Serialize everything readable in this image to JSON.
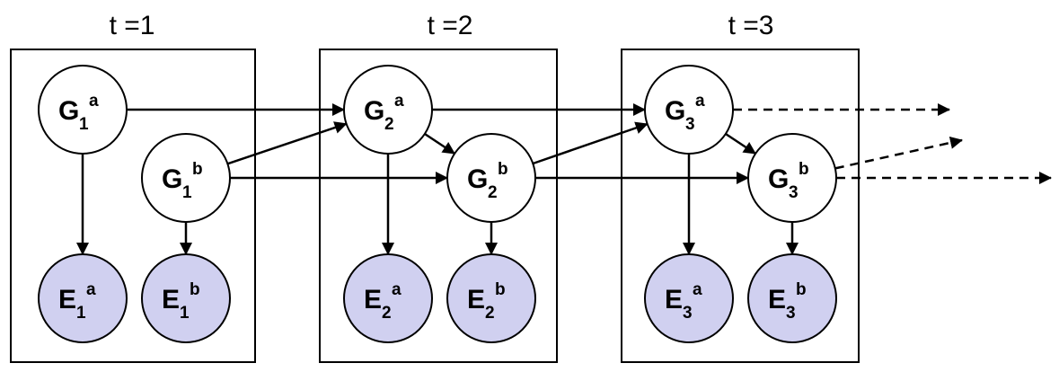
{
  "diagram": {
    "type": "dynamic-bayesian-network",
    "colors": {
      "hidden_node_fill": "#ffffff",
      "evidence_node_fill": "#d0d0f0",
      "stroke": "#000000"
    },
    "slices": [
      {
        "label": "t =1",
        "nodes": [
          {
            "id": "G1a",
            "main": "G",
            "sub": "1",
            "sup": "a",
            "kind": "hidden"
          },
          {
            "id": "G1b",
            "main": "G",
            "sub": "1",
            "sup": "b",
            "kind": "hidden"
          },
          {
            "id": "E1a",
            "main": "E",
            "sub": "1",
            "sup": "a",
            "kind": "evidence"
          },
          {
            "id": "E1b",
            "main": "E",
            "sub": "1",
            "sup": "b",
            "kind": "evidence"
          }
        ]
      },
      {
        "label": "t =2",
        "nodes": [
          {
            "id": "G2a",
            "main": "G",
            "sub": "2",
            "sup": "a",
            "kind": "hidden"
          },
          {
            "id": "G2b",
            "main": "G",
            "sub": "2",
            "sup": "b",
            "kind": "hidden"
          },
          {
            "id": "E2a",
            "main": "E",
            "sub": "2",
            "sup": "a",
            "kind": "evidence"
          },
          {
            "id": "E2b",
            "main": "E",
            "sub": "2",
            "sup": "b",
            "kind": "evidence"
          }
        ]
      },
      {
        "label": "t =3",
        "nodes": [
          {
            "id": "G3a",
            "main": "G",
            "sub": "3",
            "sup": "a",
            "kind": "hidden"
          },
          {
            "id": "G3b",
            "main": "G",
            "sub": "3",
            "sup": "b",
            "kind": "hidden"
          },
          {
            "id": "E3a",
            "main": "E",
            "sub": "3",
            "sup": "a",
            "kind": "evidence"
          },
          {
            "id": "E3b",
            "main": "E",
            "sub": "3",
            "sup": "b",
            "kind": "evidence"
          }
        ]
      }
    ],
    "edges": [
      {
        "from": "G1a",
        "to": "E1a",
        "style": "solid"
      },
      {
        "from": "G1b",
        "to": "E1b",
        "style": "solid"
      },
      {
        "from": "G1a",
        "to": "G2a",
        "style": "solid"
      },
      {
        "from": "G1b",
        "to": "G2a",
        "style": "solid"
      },
      {
        "from": "G1b",
        "to": "G2b",
        "style": "solid"
      },
      {
        "from": "G2a",
        "to": "E2a",
        "style": "solid"
      },
      {
        "from": "G2b",
        "to": "E2b",
        "style": "solid"
      },
      {
        "from": "G2a",
        "to": "G2b",
        "style": "solid"
      },
      {
        "from": "G2a",
        "to": "G3a",
        "style": "solid"
      },
      {
        "from": "G2b",
        "to": "G3a",
        "style": "solid"
      },
      {
        "from": "G2b",
        "to": "G3b",
        "style": "solid"
      },
      {
        "from": "G3a",
        "to": "E3a",
        "style": "solid"
      },
      {
        "from": "G3b",
        "to": "E3b",
        "style": "solid"
      },
      {
        "from": "G3a",
        "to": "G3b",
        "style": "solid"
      },
      {
        "from": "G3a",
        "to": "next-a",
        "style": "dashed"
      },
      {
        "from": "G3b",
        "to": "next-a",
        "style": "dashed"
      },
      {
        "from": "G3b",
        "to": "next-b",
        "style": "dashed"
      }
    ]
  }
}
